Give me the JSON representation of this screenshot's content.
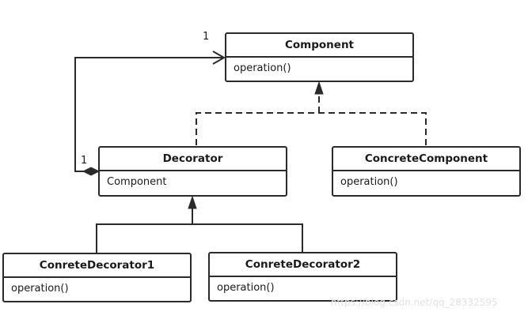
{
  "classes": {
    "component": {
      "name": "Component",
      "members": [
        "operation()"
      ]
    },
    "decorator": {
      "name": "Decorator",
      "members": [
        "Component"
      ]
    },
    "concrete_component": {
      "name": "ConcreteComponent",
      "members": [
        "operation()"
      ]
    },
    "decorator1": {
      "name": "ConreteDecorator1",
      "members": [
        "operation()"
      ]
    },
    "decorator2": {
      "name": "ConreteDecorator2",
      "members": [
        "operation()"
      ]
    }
  },
  "relations": [
    {
      "type": "aggregation",
      "from": "decorator",
      "to": "component",
      "source_multiplicity": "1",
      "target_multiplicity": "1"
    },
    {
      "type": "realization",
      "from": "decorator",
      "to": "component"
    },
    {
      "type": "realization",
      "from": "concrete_component",
      "to": "component"
    },
    {
      "type": "inheritance",
      "from": "decorator1",
      "to": "decorator"
    },
    {
      "type": "inheritance",
      "from": "decorator2",
      "to": "decorator"
    }
  ],
  "watermark": "https://blog.csdn.net/qq_28332595",
  "colors": {
    "stroke": "#2a2a2a",
    "watermark": "#e2e2e2",
    "background": "#ffffff"
  }
}
